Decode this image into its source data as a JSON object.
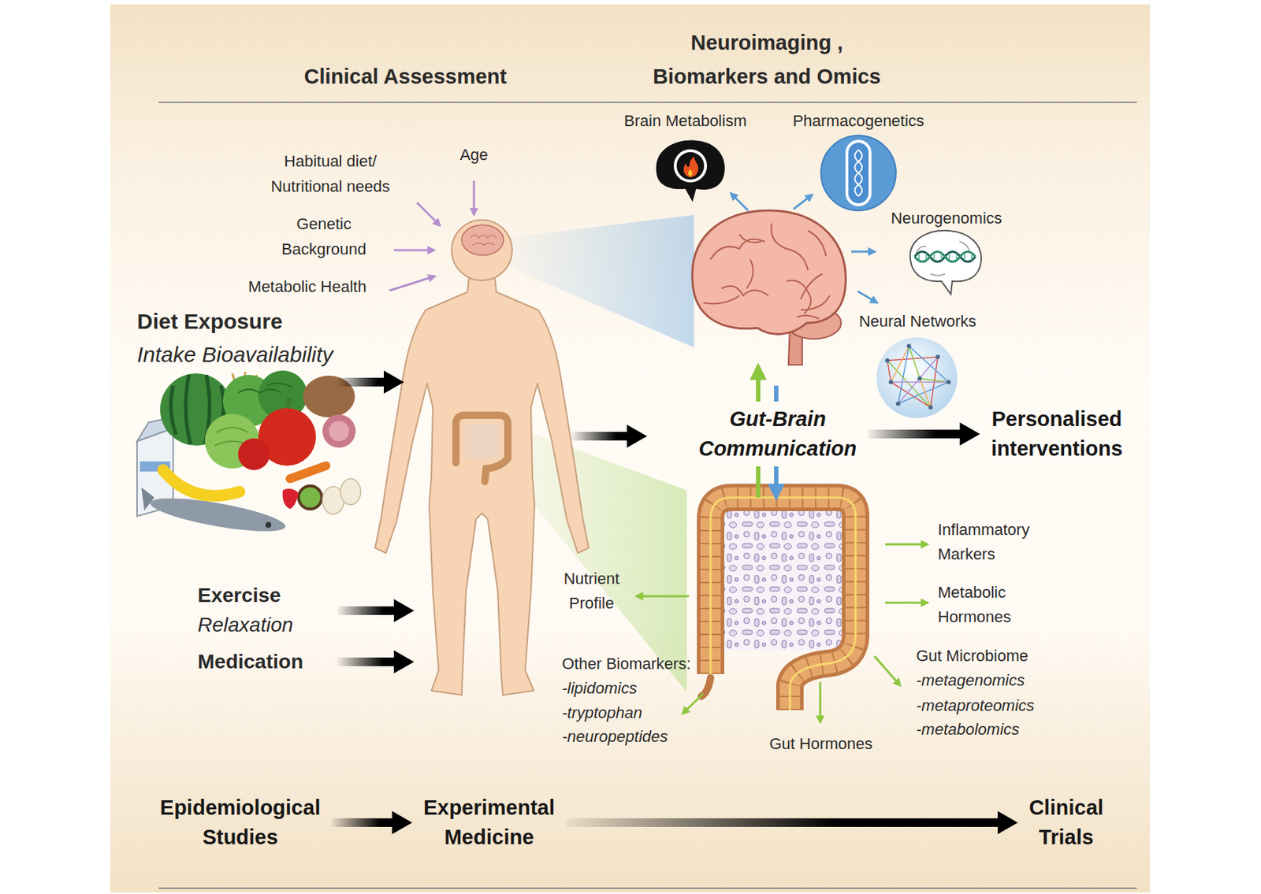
{
  "diagram": {
    "nodes": [
      {
        "text": [
          "Gut-Brain Communication"
        ]
      },
      {
        "text": [
          "Personalised interventions"
        ]
      },
      {
        "text": [
          "Epidemiological Studies"
        ]
      },
      {
        "text": [
          "Experimental Medicine"
        ]
      },
      {
        "text": [
          "Clinical Trials"
        ]
      }
    ],
    "edges": [
      {
        "from": 0,
        "to": 1,
        "arrow": "to"
      },
      {
        "from": 2,
        "to": 3,
        "arrow": "to"
      },
      {
        "from": 3,
        "to": 4,
        "arrow": "to"
      }
    ],
    "labels": [
      "Clinical Assessment",
      "Neuroimaging , Biomarkers and Omics",
      "Brain Metabolism",
      "Pharmacogenetics",
      "Age",
      "Habitual diet/ Nutritional needs",
      "Genetic Background",
      "Metabolic Health",
      "Neurogenomics",
      "Neural Networks",
      "Diet Exposure",
      "Intake Bioavailability",
      "Exercise",
      "Relaxation",
      "Medication",
      "Nutrient Profile",
      "Other Biomarkers:",
      "-lipidomics",
      "-tryptophan",
      "-neuropeptides",
      "Inflammatory Markers",
      "Metabolic Hormones",
      "Gut Microbiome",
      "-metagenomics",
      "-metaproteomics",
      "-metabolomics",
      "Gut Hormones"
    ]
  }
}
